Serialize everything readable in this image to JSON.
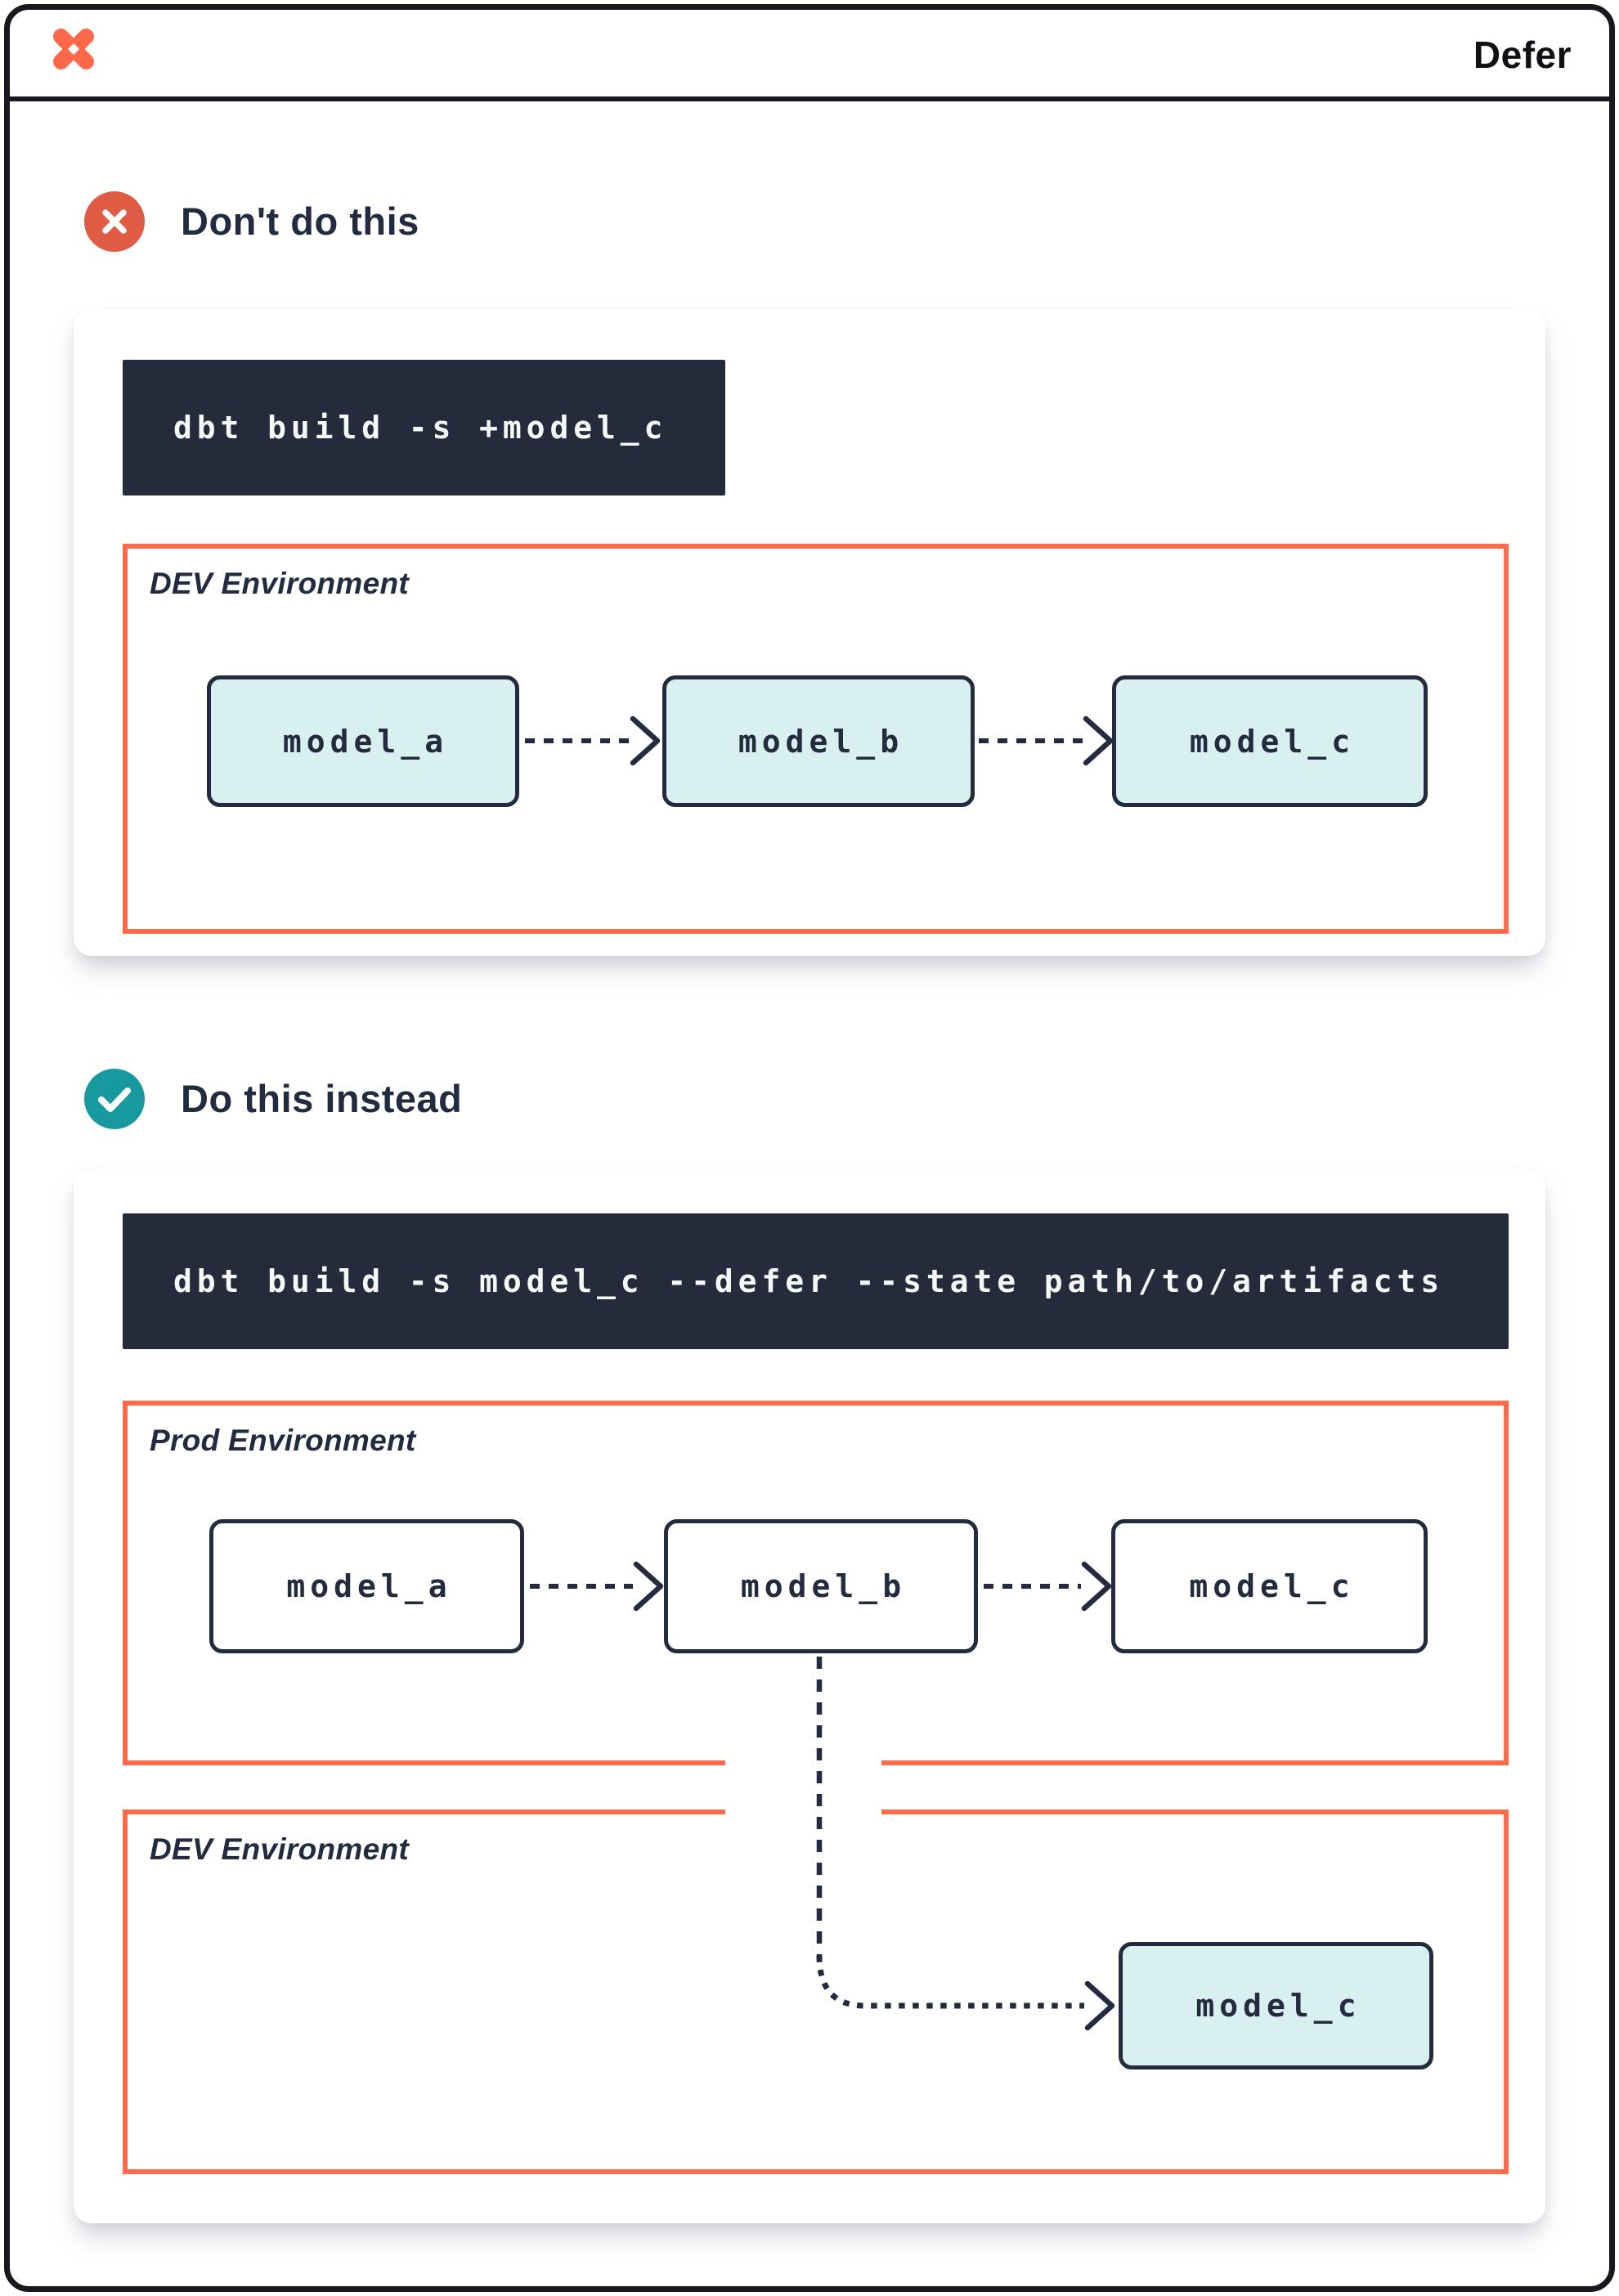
{
  "header": {
    "title": "Defer",
    "logo": "dbt-logo"
  },
  "colors": {
    "accent_orange": "#FF6A4B",
    "dark_navy": "#262B3C",
    "box_border_navy": "#242B3E",
    "teal_fill": "#D8F0EF",
    "error_red": "#DF5B43",
    "success_teal": "#1899A0",
    "heading_text": "#222B40",
    "frame_black": "#17181D",
    "code_text": "#F6F7F9"
  },
  "dont_section": {
    "heading": "Don't do this",
    "icon": "x-circle-icon",
    "command": "dbt build -s +model_c",
    "environment": {
      "label": "DEV Environment",
      "models": [
        "model_a",
        "model_b",
        "model_c"
      ]
    }
  },
  "do_section": {
    "heading": "Do this instead",
    "icon": "check-circle-icon",
    "command": "dbt build -s model_c --defer --state path/to/artifacts",
    "prod_environment": {
      "label": "Prod Environment",
      "models": [
        "model_a",
        "model_b",
        "model_c"
      ]
    },
    "dev_environment": {
      "label": "DEV Environment",
      "models": [
        "model_c"
      ]
    }
  }
}
